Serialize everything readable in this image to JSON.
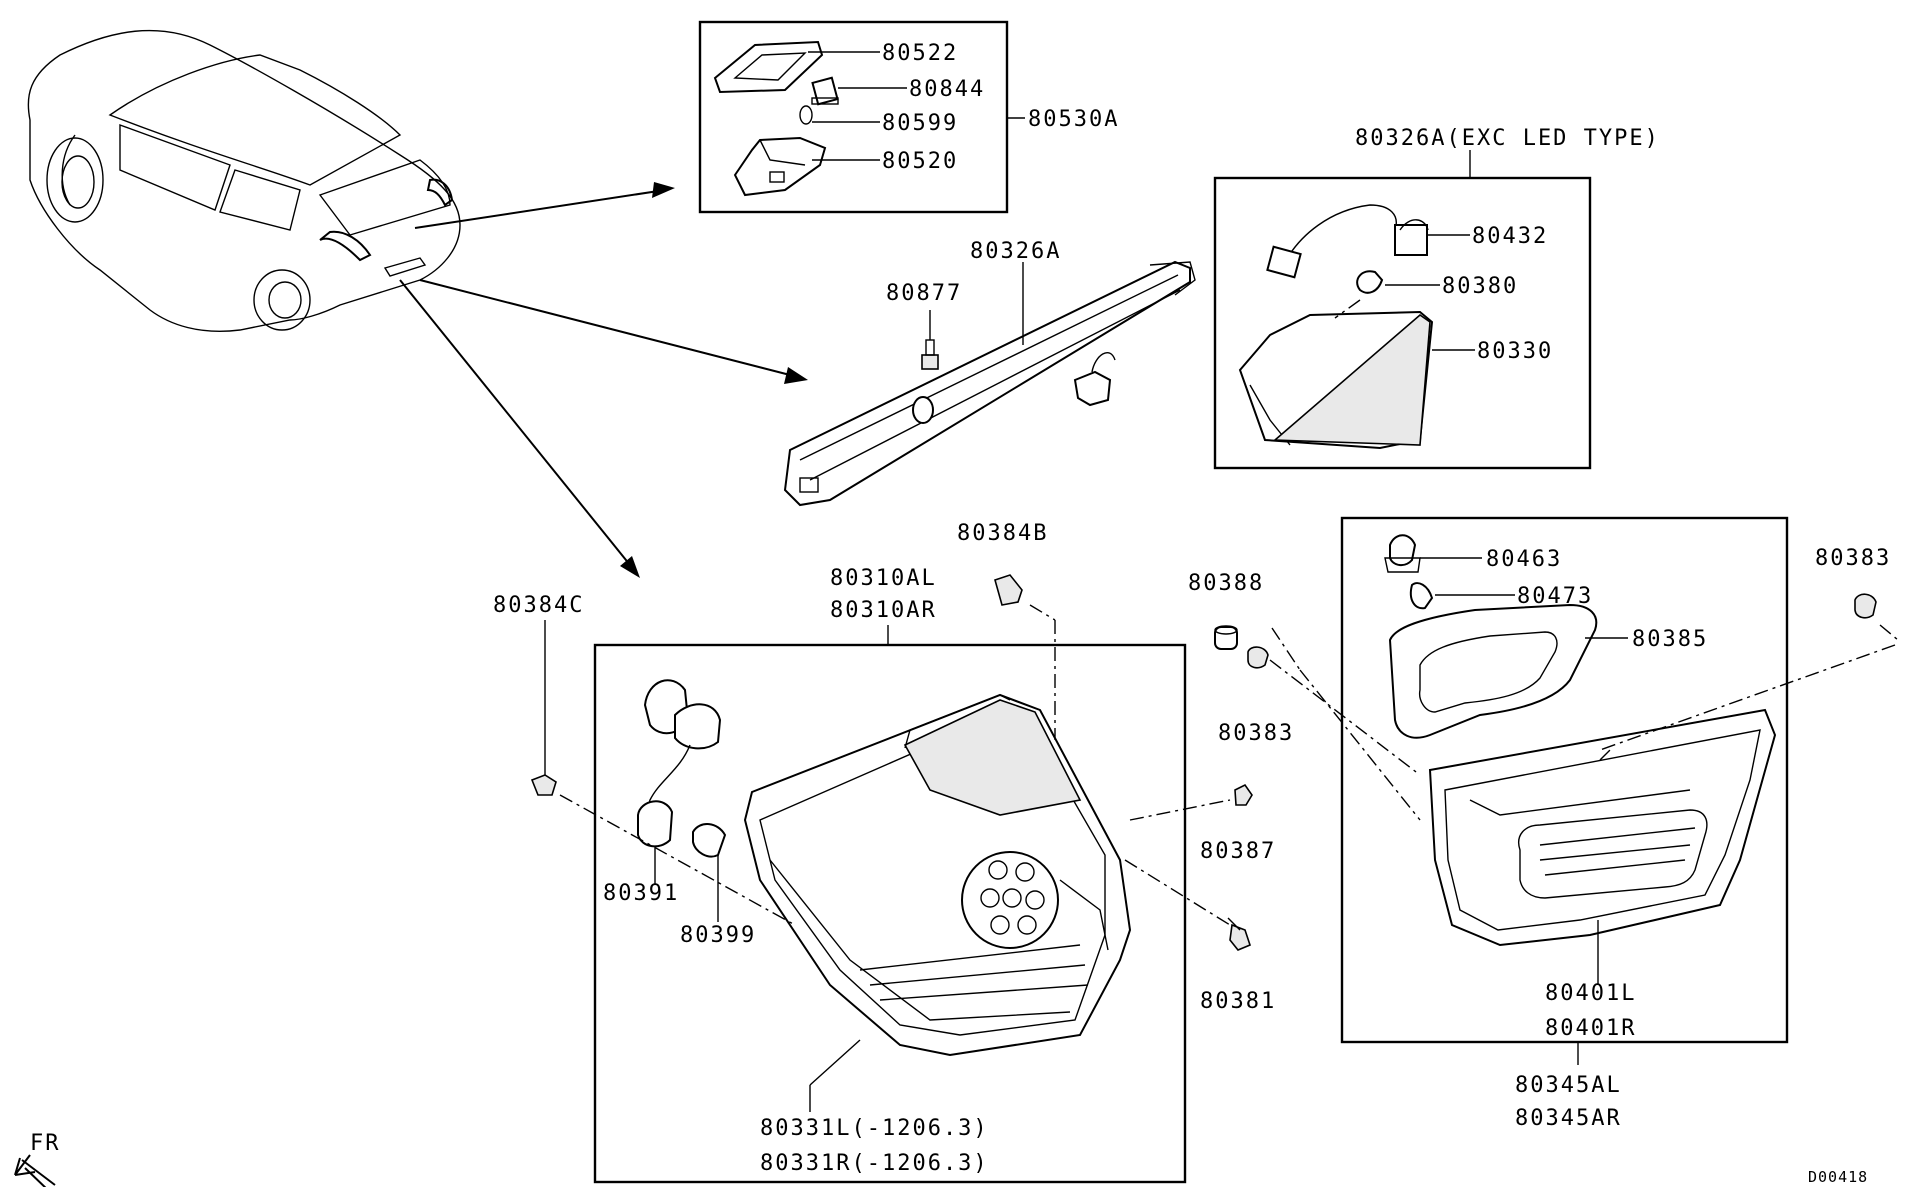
{
  "labels": {
    "p80522": "80522",
    "p80844": "80844",
    "p80599": "80599",
    "p80520": "80520",
    "p80530A": "80530A",
    "p80326A_exc": "80326A(EXC LED TYPE)",
    "p80432": "80432",
    "p80380": "80380",
    "p80330": "80330",
    "p80326A": "80326A",
    "p80877": "80877",
    "p80384B": "80384B",
    "p80310AL": "80310AL",
    "p80310AR": "80310AR",
    "p80384C": "80384C",
    "p80388": "80388",
    "p80383a": "80383",
    "p80387": "80387",
    "p80381": "80381",
    "p80391": "80391",
    "p80399": "80399",
    "p80331L": "80331L(-1206.3)",
    "p80331R": "80331R(-1206.3)",
    "p80463": "80463",
    "p80473": "80473",
    "p80385": "80385",
    "p80383b": "80383",
    "p80401L": "80401L",
    "p80401R": "80401R",
    "p80345AL": "80345AL",
    "p80345AR": "80345AR",
    "fr": "FR",
    "code": "D00418"
  },
  "icons": {
    "fr_arrow": "front-direction-arrow-icon"
  }
}
